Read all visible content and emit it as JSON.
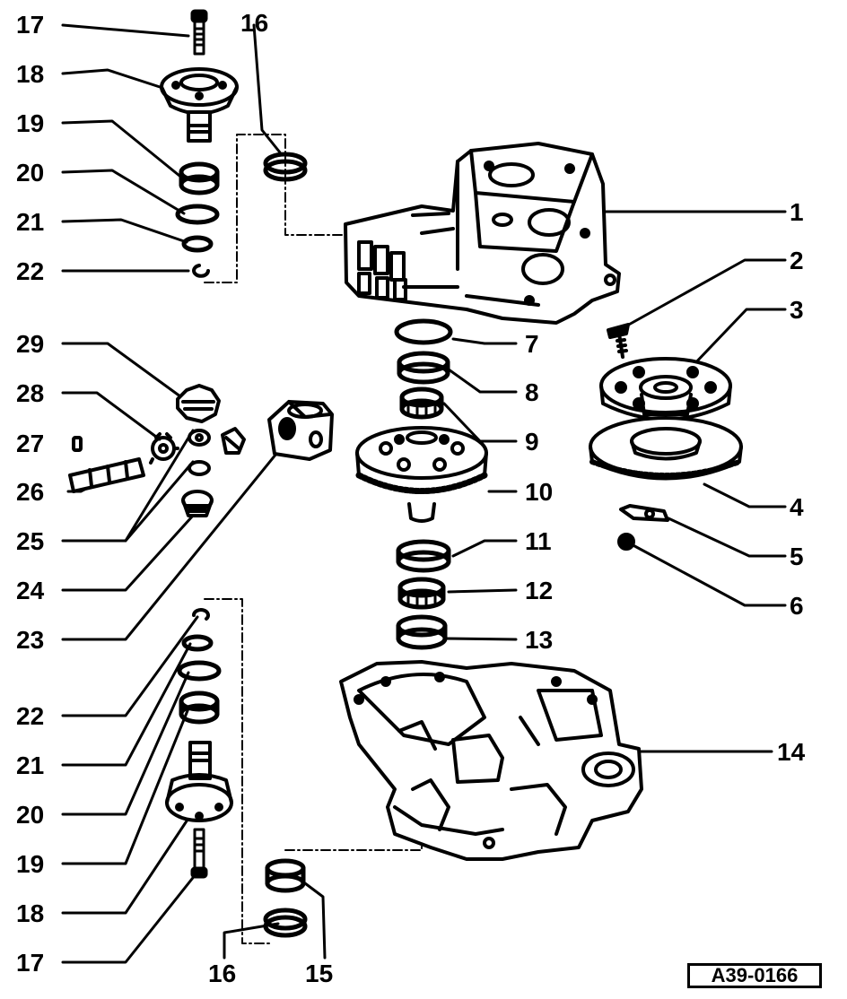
{
  "reference": "A39-0166",
  "colors": {
    "ink": "#000000",
    "paper": "#ffffff"
  },
  "callouts": {
    "c1": "1",
    "c2": "2",
    "c3": "3",
    "c4": "4",
    "c5": "5",
    "c6": "6",
    "c7": "7",
    "c8": "8",
    "c9": "9",
    "c10": "10",
    "c11": "11",
    "c12": "12",
    "c13": "13",
    "c14": "14",
    "c15": "15",
    "c16_top": "16",
    "c16_bottom": "16",
    "c17_top": "17",
    "c17_bottom": "17",
    "c18_top": "18",
    "c18_bottom": "18",
    "c19_top": "19",
    "c19_bottom": "19",
    "c20_top": "20",
    "c20_bottom": "20",
    "c21_top": "21",
    "c21_bottom": "21",
    "c22_top": "22",
    "c22_bottom": "22",
    "c23": "23",
    "c24": "24",
    "c25": "25",
    "c26": "26",
    "c27": "27",
    "c28": "28",
    "c29": "29"
  }
}
